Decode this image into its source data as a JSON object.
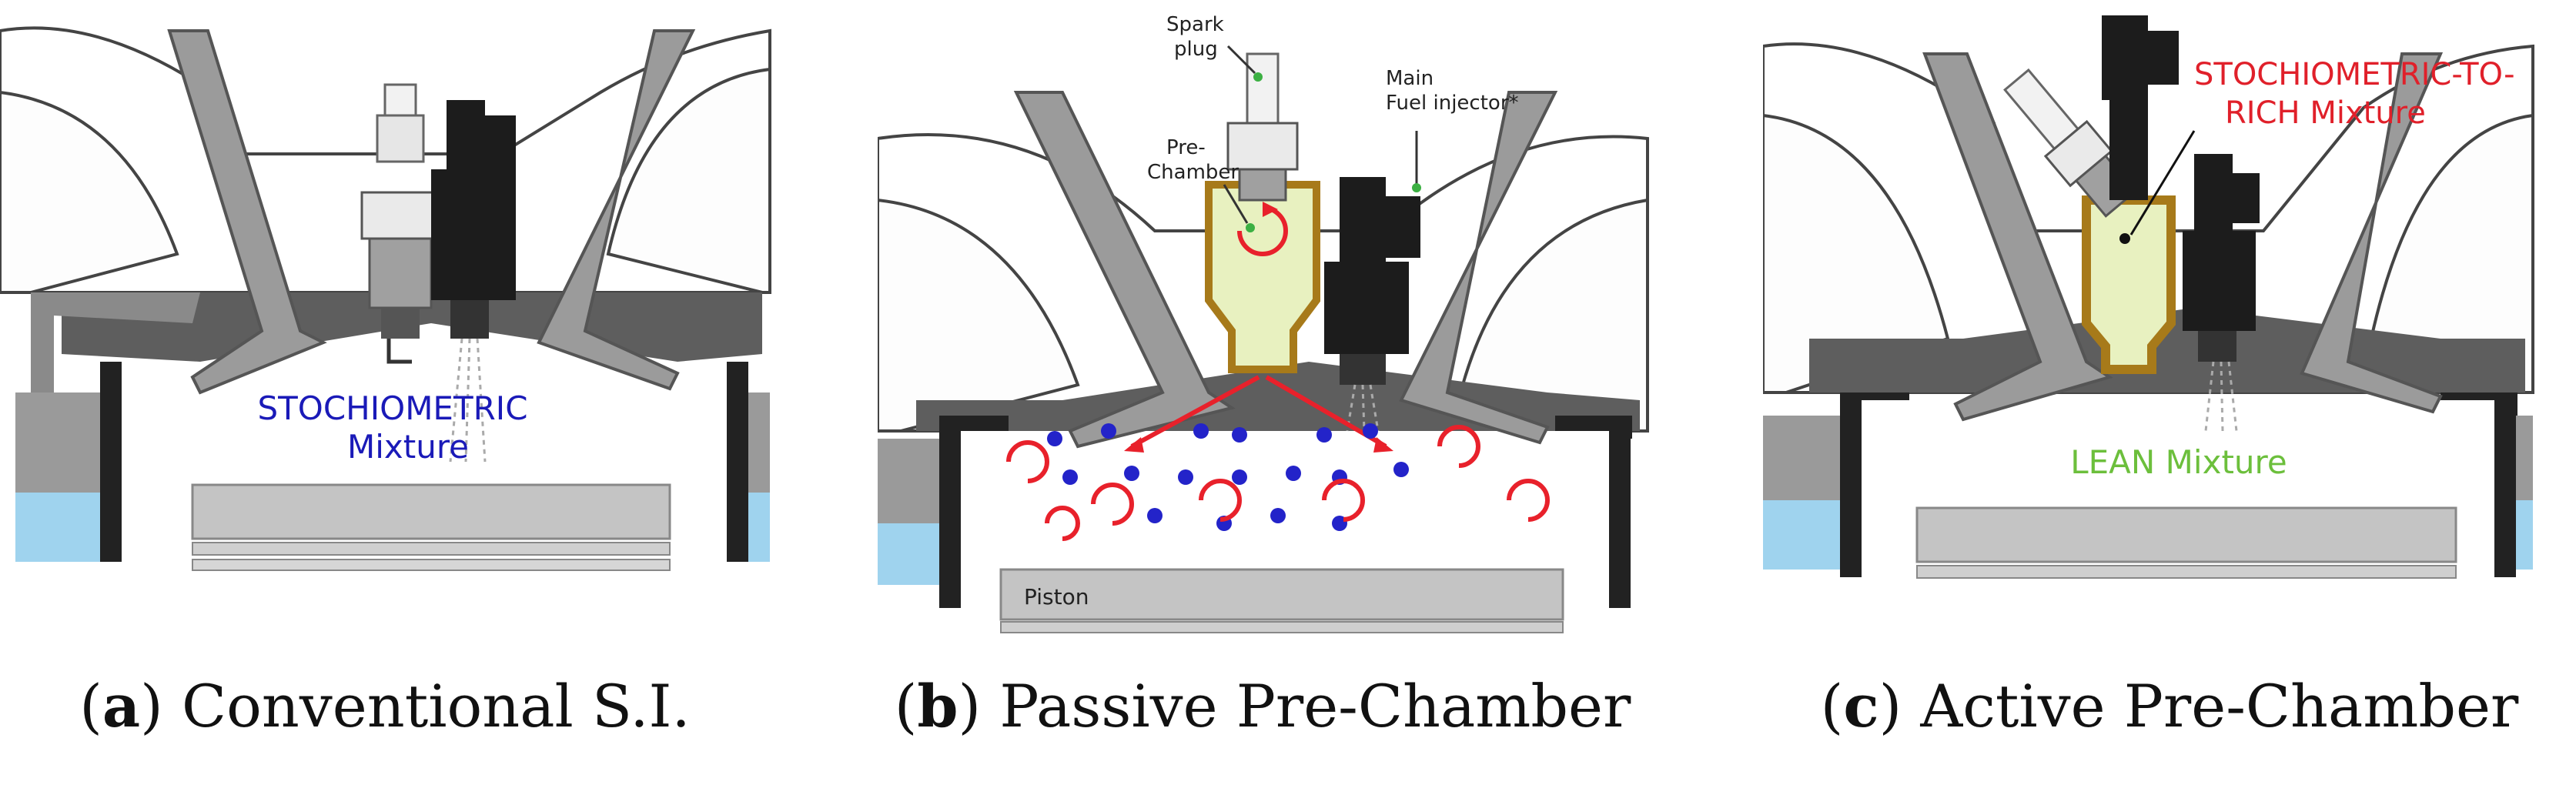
{
  "panels": [
    {
      "id": "a",
      "caption_letter": "a",
      "caption_text": "Conventional S.I.",
      "mixture_line1": "STOCHIOMETRIC",
      "mixture_line2": "Mixture",
      "mixture_color": "#1a1ab8"
    },
    {
      "id": "b",
      "caption_letter": "b",
      "caption_text": "Passive Pre-Chamber",
      "spark_plug_line1": "Spark",
      "spark_plug_line2": "plug",
      "main_injector_line1": "Main",
      "main_injector_line2": "Fuel injector*",
      "prechamber_line1": "Pre-",
      "prechamber_line2": "Chamber",
      "piston_label": "Piston"
    },
    {
      "id": "c",
      "caption_letter": "c",
      "caption_text": "Active Pre-Chamber",
      "mixture_line1": "STOCHIOMETRIC-TO-",
      "mixture_line2": "RICH Mixture",
      "mixture_color": "#e0202a",
      "lean_label": "LEAN Mixture",
      "lean_color": "#6cbf3c"
    }
  ],
  "colors": {
    "head_gray": "#5e5e5e",
    "head_light": "#8a8a8a",
    "valve_gray": "#9b9b9b",
    "piston_gray": "#c4c4c4",
    "coolant_blue": "#9fd3ee",
    "injector_black": "#1c1c1c",
    "prechamber_brass": "#a77a1a",
    "prechamber_fill": "#e8f1c0",
    "flow_red": "#e8212b",
    "droplet_blue": "#2323c9",
    "label_green": "#3cb043"
  }
}
